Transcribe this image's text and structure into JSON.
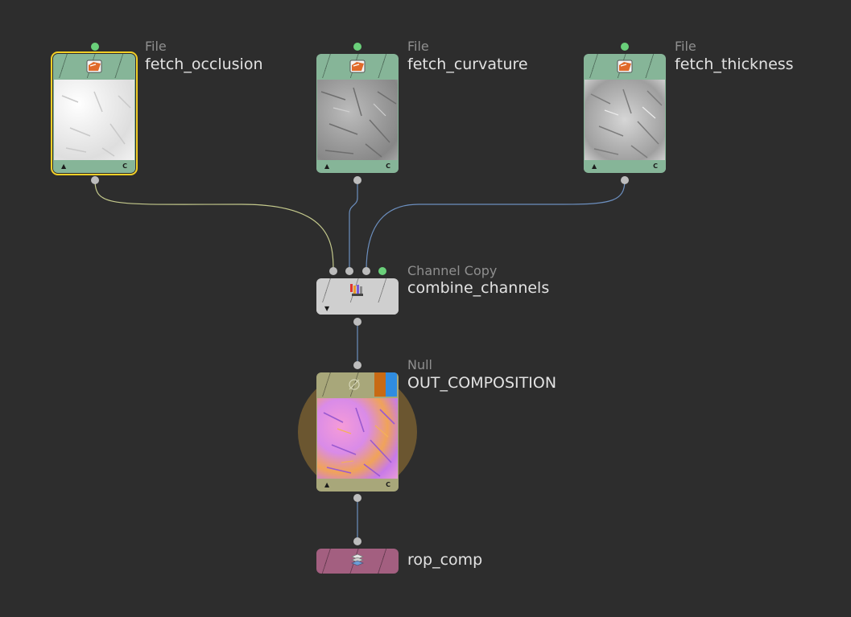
{
  "colors": {
    "background": "#2d2d2d",
    "file_node": "#86b598",
    "channel_copy_node": "#cfcfcf",
    "null_node": "#a8a77a",
    "rop_node": "#a35f80",
    "selected_outline": "#f2cf27",
    "wire_occlusion": "#c4c98c",
    "wire_default": "#6c8fbf",
    "display_flag": "#2f8ce0",
    "render_flag": "#c86a14",
    "halo": "#6b5630"
  },
  "nodes": {
    "fetch_occlusion": {
      "type": "File",
      "name": "fetch_occlusion",
      "icon": "folder-icon",
      "selected": true,
      "footer_flag": "C"
    },
    "fetch_curvature": {
      "type": "File",
      "name": "fetch_curvature",
      "icon": "folder-icon",
      "footer_flag": "C"
    },
    "fetch_thickness": {
      "type": "File",
      "name": "fetch_thickness",
      "icon": "folder-icon",
      "footer_flag": "C"
    },
    "combine_channels": {
      "type": "Channel Copy",
      "name": "combine_channels",
      "icon": "channel-copy-icon"
    },
    "out_composition": {
      "type": "Null",
      "name": "OUT_COMPOSITION",
      "icon": "null-icon",
      "footer_flag": "C",
      "display_flag": true,
      "render_flag": true
    },
    "rop_comp": {
      "type": "",
      "name": "rop_comp",
      "icon": "rop-output-icon"
    }
  },
  "connections": [
    {
      "from": "fetch_occlusion",
      "to": "combine_channels",
      "input": 0
    },
    {
      "from": "fetch_curvature",
      "to": "combine_channels",
      "input": 1
    },
    {
      "from": "fetch_thickness",
      "to": "combine_channels",
      "input": 2
    },
    {
      "from": "combine_channels",
      "to": "out_composition",
      "input": 0
    },
    {
      "from": "out_composition",
      "to": "rop_comp",
      "input": 0
    }
  ]
}
